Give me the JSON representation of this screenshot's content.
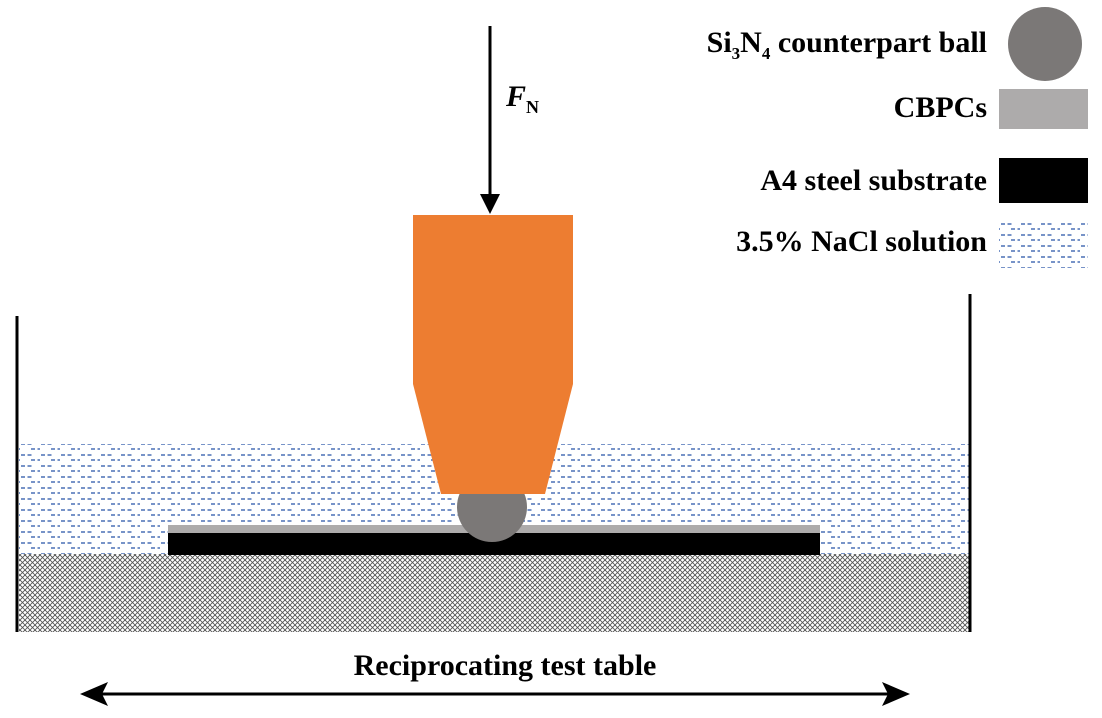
{
  "force": {
    "symbol": "F",
    "subscript": "N"
  },
  "legend": {
    "items": [
      {
        "key": "ball",
        "label_main": "Si",
        "label_sub1": "3",
        "label_mid": "N",
        "label_sub2": "4",
        "label_tail": " counterpart ball",
        "icon": "circle",
        "color": "#7b7877"
      },
      {
        "key": "coating",
        "label": "CBPCs",
        "icon": "rectangle",
        "color": "#adabab"
      },
      {
        "key": "substrate",
        "label": "A4 steel substrate",
        "icon": "rectangle",
        "color": "#000000"
      },
      {
        "key": "solution",
        "label": "3.5% NaCl solution",
        "icon": "dashed-pattern",
        "color": "#4a6fb5"
      }
    ]
  },
  "table": {
    "label": "Reciprocating test table",
    "motion": "double-headed-arrow"
  },
  "colors": {
    "holder": "#ed7d31",
    "ball": "#7b7877",
    "coating": "#adabab",
    "substrate": "#000000",
    "solution_dash": "#4a6fb5",
    "table_hatch": "#555555"
  }
}
